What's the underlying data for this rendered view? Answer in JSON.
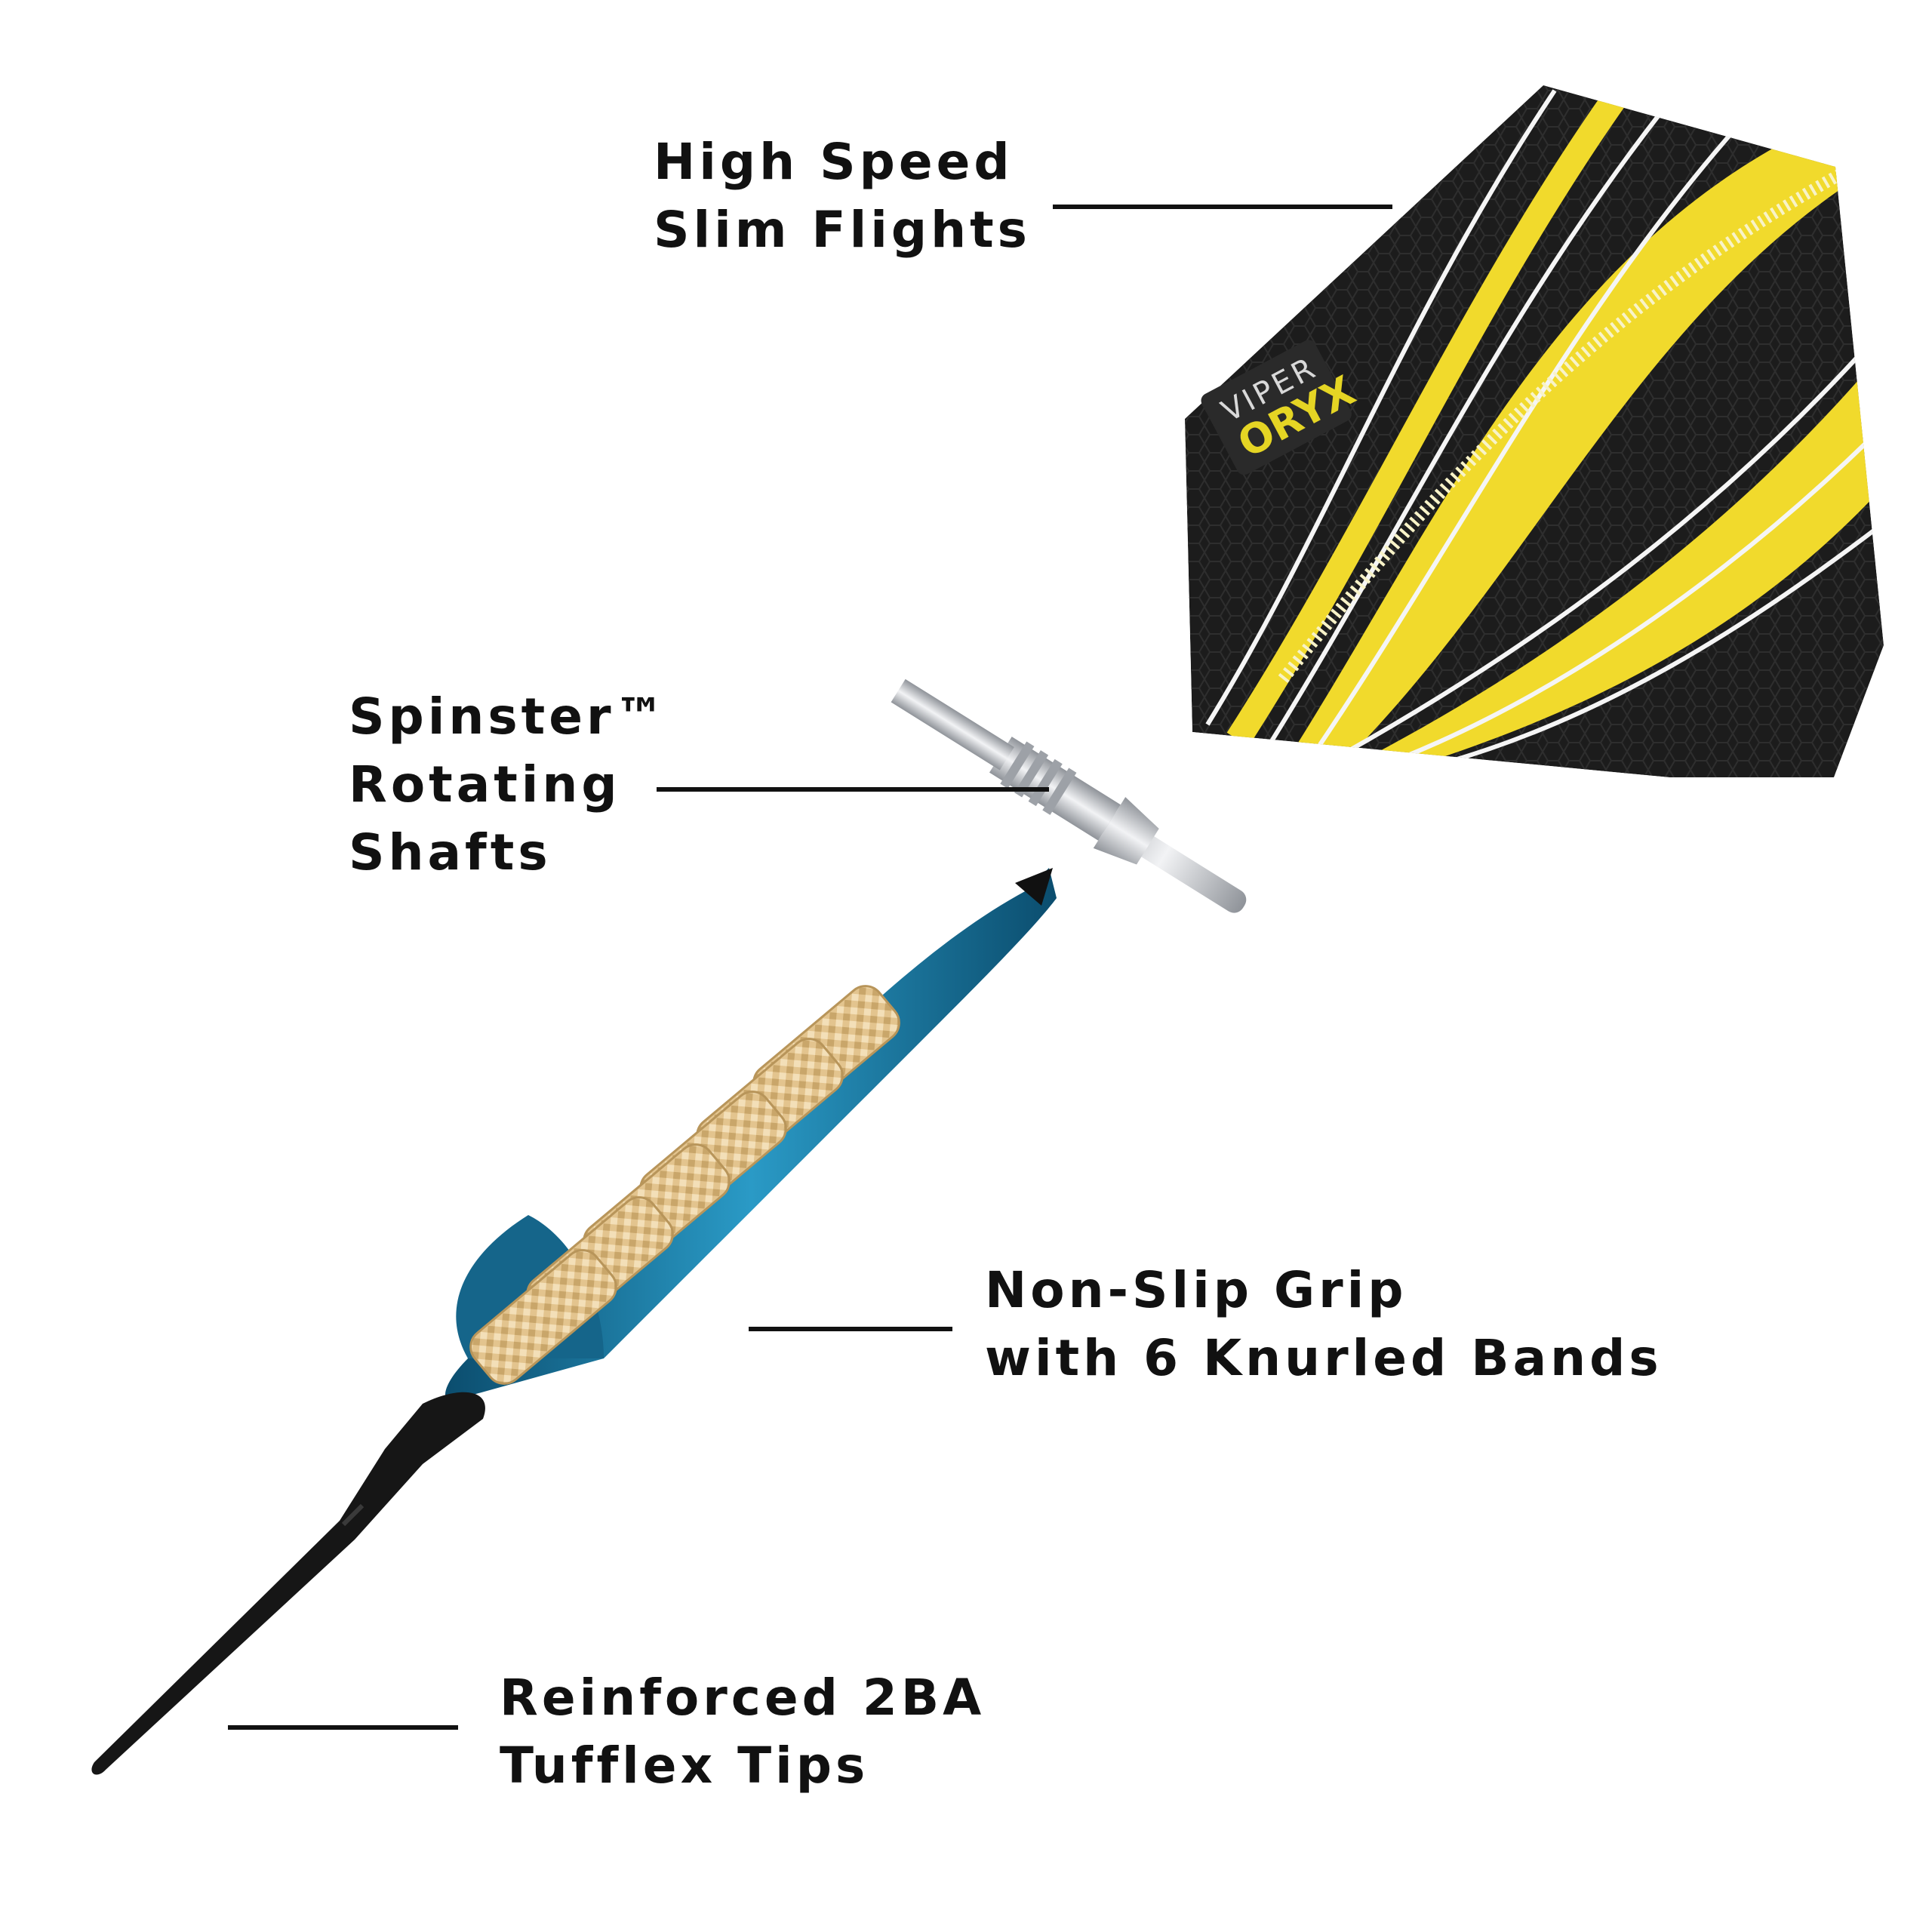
{
  "callouts": {
    "flights": {
      "line1": "High Speed",
      "line2": "Slim Flights"
    },
    "shafts": {
      "line1": "Spinster™",
      "line2": "Rotating",
      "line3": "Shafts"
    },
    "grip": {
      "line1": "Non-Slip Grip",
      "line2": "with 6 Knurled Bands"
    },
    "tips": {
      "line1": "Reinforced 2BA",
      "line2": "Tufflex Tips"
    }
  },
  "flight_logo": {
    "top": "VIPER",
    "bottom": "ORYX"
  },
  "colors": {
    "flight_yellow": "#f1da2c",
    "flight_black": "#1c1c1c",
    "barrel_blue": "#1f7fa8",
    "knurl_gold": "#e3c48e",
    "tip_black": "#161616",
    "shaft_silver": "#d5d8dc"
  },
  "knurled_band_count": 6
}
